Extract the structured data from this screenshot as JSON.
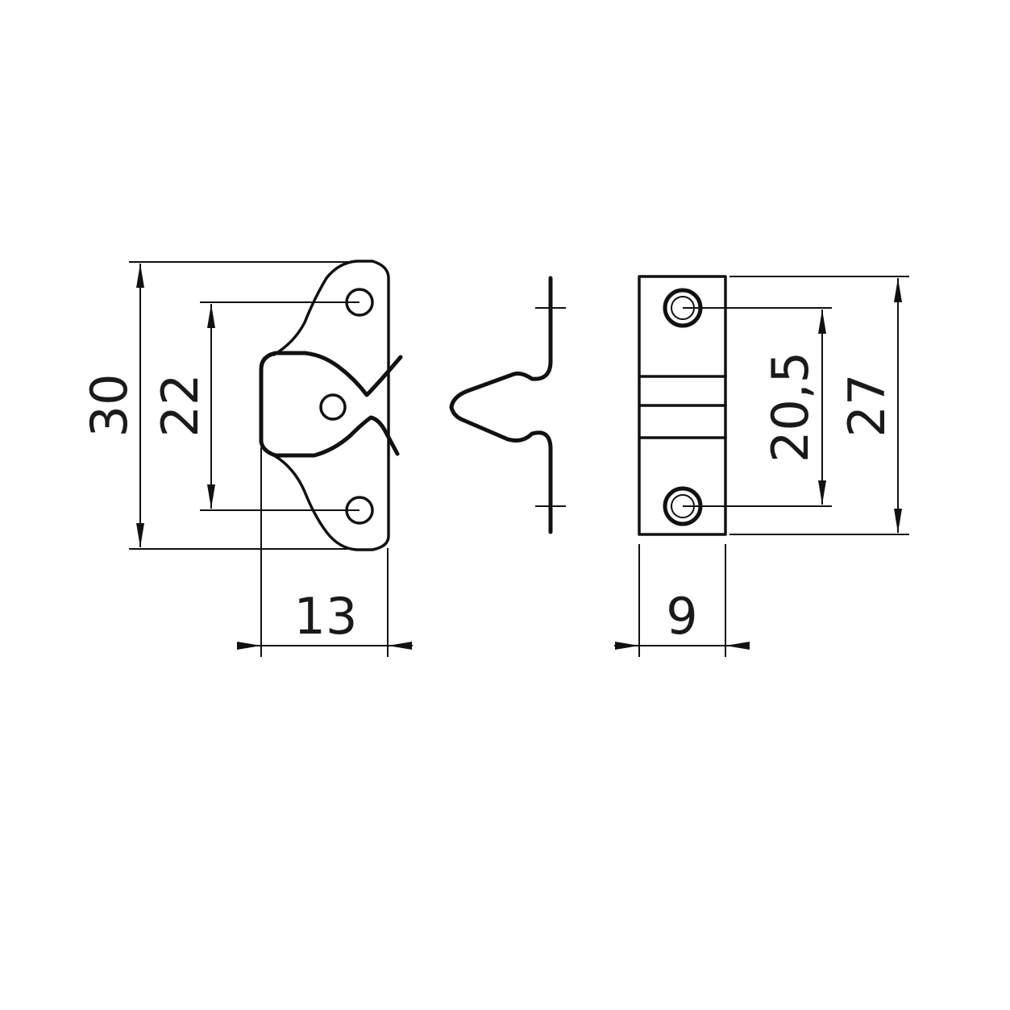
{
  "drawing": {
    "units": "mm",
    "line_color": "#111111",
    "background": "#ffffff"
  },
  "dimensions": {
    "overall_height_front": "30",
    "hole_spacing_front": "22",
    "depth_front": "13",
    "hole_spacing_rear": "20,5",
    "overall_height_rear": "27",
    "width_rear": "9"
  }
}
